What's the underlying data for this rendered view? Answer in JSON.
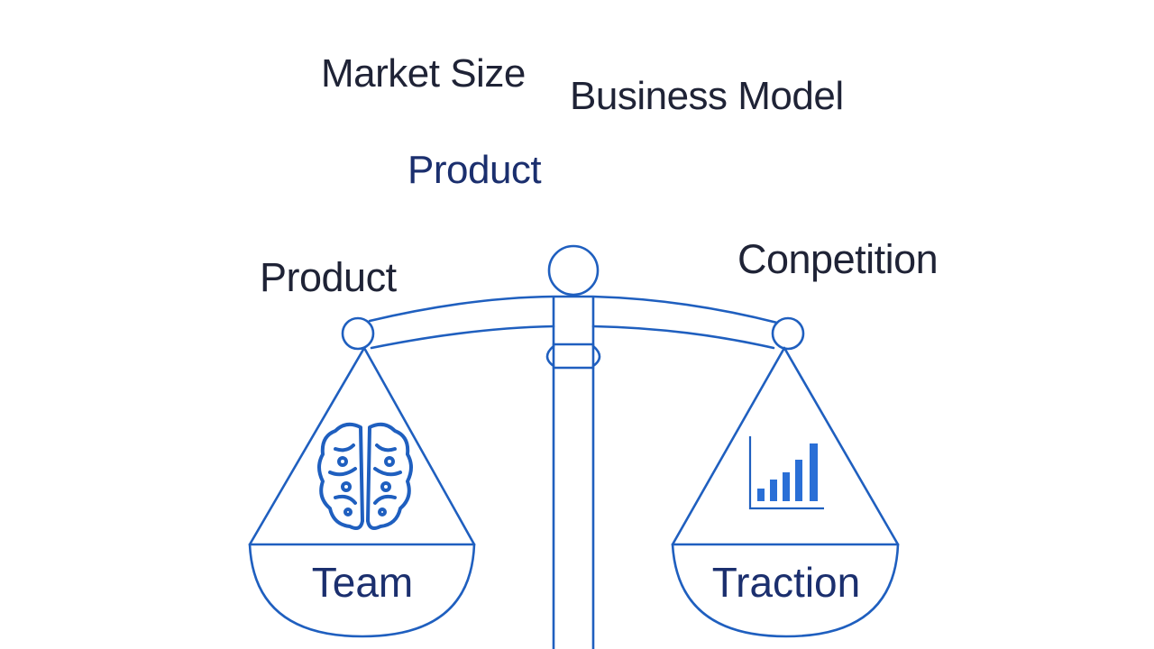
{
  "colors": {
    "primary_blue": "#1f5fbf",
    "dark_navy_text": "#1f2336",
    "navy_label": "#1b2f6e",
    "bar_blue": "#2a6fd6"
  },
  "floating_labels": {
    "market_size": "Market Size",
    "business_model": "Business Model",
    "product_top": "Product",
    "product_left": "Product",
    "competition": "Conpetition"
  },
  "scale": {
    "left_pan": {
      "label": "Team",
      "icon": "brain-icon"
    },
    "right_pan": {
      "label": "Traction",
      "icon": "bar-chart-icon"
    }
  }
}
